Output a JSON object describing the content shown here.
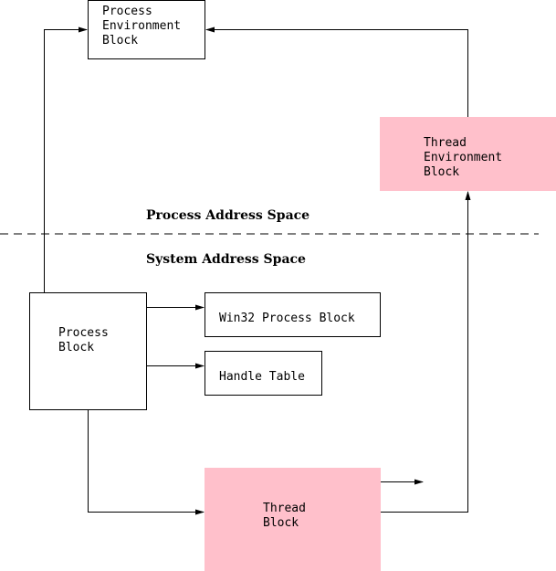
{
  "colors": {
    "highlight_fill": "#ffc0cb",
    "stroke": "#000000",
    "background": "#ffffff"
  },
  "regions": {
    "process_space": "Process Address Space",
    "system_space": "System Address Space"
  },
  "boxes": {
    "peb": [
      "Process",
      "Environment",
      "Block"
    ],
    "teb": [
      "Thread",
      "Environment",
      "Block"
    ],
    "process_block": [
      "Process",
      "Block"
    ],
    "win32_process_block": [
      "Win32 Process Block"
    ],
    "handle_table": [
      "Handle Table"
    ],
    "thread_block": [
      "Thread",
      "Block"
    ]
  }
}
